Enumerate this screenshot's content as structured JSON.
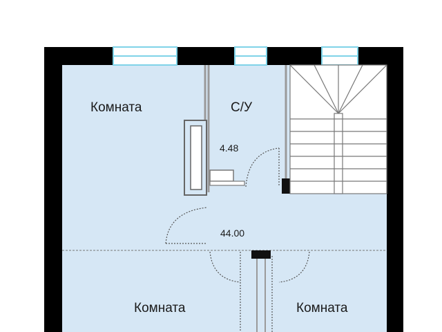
{
  "rooms": [
    {
      "label": "Комната"
    },
    {
      "label": "С/У"
    },
    {
      "label": "Комната"
    },
    {
      "label": "Комната"
    }
  ],
  "areas": [
    "4.48",
    "44.00"
  ],
  "colors": {
    "floor": "#d6e7f5",
    "wall": "#000000",
    "window": "#7fd3e8",
    "partition": "#9a9a9a",
    "door_swing": "#555555"
  }
}
